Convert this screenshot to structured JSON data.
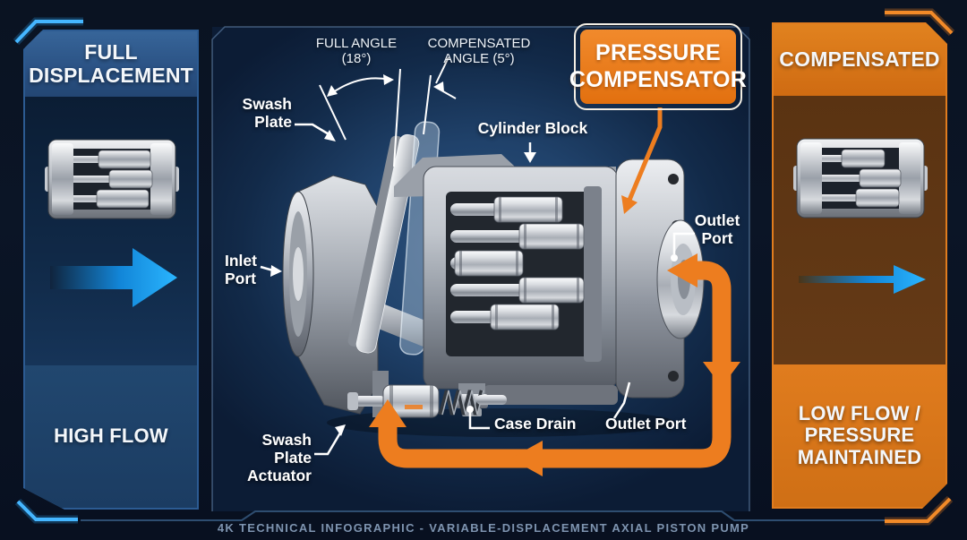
{
  "left_panel": {
    "title": "FULL DISPLACEMENT",
    "status": "HIGH FLOW",
    "icon": "piston-pump-full-displacement",
    "arrow": "high-flow-arrow"
  },
  "right_panel": {
    "title": "COMPENSATED",
    "status": "LOW FLOW / PRESSURE MAINTAINED",
    "icon": "piston-pump-compensated",
    "arrow": "low-flow-arrow"
  },
  "diagram": {
    "angle_labels": {
      "full_angle_line1": "FULL ANGLE",
      "full_angle_line2": "(18°)",
      "compensated_angle_line1": "COMPENSATED",
      "compensated_angle_line2": "ANGLE (5°)"
    },
    "part_labels": {
      "swash_plate_line1": "Swash",
      "swash_plate_line2": "Plate",
      "cylinder_block": "Cylinder Block",
      "inlet_port_line1": "Inlet",
      "inlet_port_line2": "Port",
      "outlet_port_side_line1": "Outlet",
      "outlet_port_side_line2": "Port",
      "outlet_port_bottom": "Outlet Port",
      "case_drain": "Case Drain",
      "actuator_line1": "Swash Plate",
      "actuator_line2": "Actuator"
    },
    "callout": {
      "line1": "PRESSURE",
      "line2": "COMPENSATOR"
    }
  },
  "caption": "4K TECHNICAL INFOGRAPHIC - VARIABLE-DISPLACEMENT AXIAL PISTON PUMP",
  "colors": {
    "accent_orange": "#ED7D1F",
    "accent_blue": "#2BA9F7",
    "panel_blue_header": "#2E5486",
    "panel_blue_footer": "#1E4168",
    "panel_navy_body": "#0F2440",
    "panel_orange_header": "#D9731C",
    "panel_brown_body": "#5E3513",
    "panel_orange_footer": "#DD7A20",
    "caption_gray": "#7E94B0"
  }
}
